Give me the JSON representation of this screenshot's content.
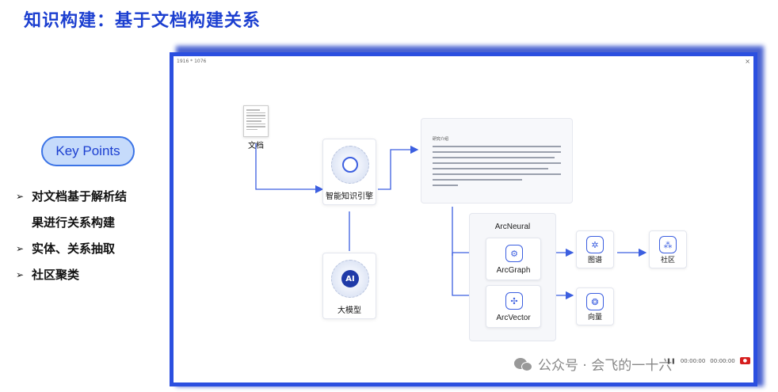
{
  "slide": {
    "title": "知识构建：基于文档构建关系"
  },
  "key_points": {
    "label": "Key Points",
    "items": [
      {
        "line1": "对文档基于解析结",
        "line2": "果进行关系构建"
      },
      {
        "line1": "实体、关系抽取",
        "line2": ""
      },
      {
        "line1": "社区聚类",
        "line2": ""
      }
    ]
  },
  "diagram": {
    "canvas_label": "1916 * 1076",
    "nodes": {
      "doc": "文档",
      "engine": "智能知识引擎",
      "llm": "大模型",
      "llm_badge": "AI",
      "arcneural": "ArcNeural",
      "arcgraph": "ArcGraph",
      "arcvector": "ArcVector",
      "graph": "图谱",
      "community": "社区",
      "vector": "向量"
    },
    "textcard_title": "研究介绍"
  },
  "watermark": {
    "text": "公众号 · 会飞的一十六",
    "time": "00:00:00",
    "total": "00:00:00"
  },
  "colors": {
    "title": "#1c3fd0",
    "frame": "#2b4fe0",
    "connector": "#3c5fe0"
  }
}
